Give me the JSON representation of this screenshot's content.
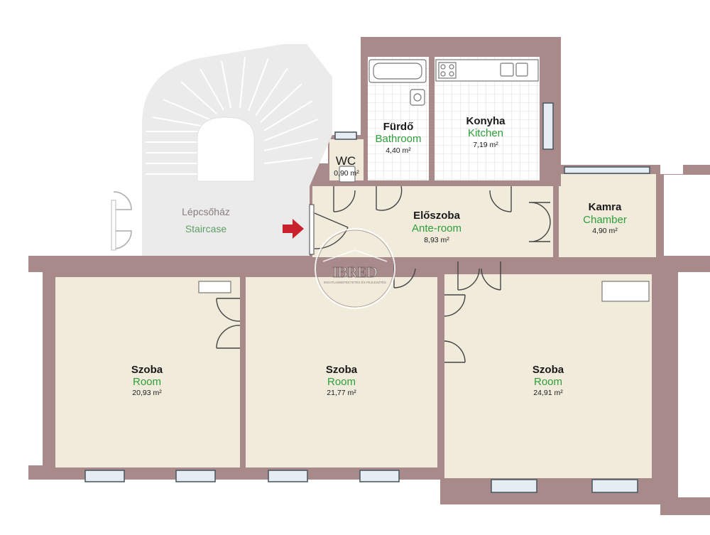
{
  "plan": {
    "colors": {
      "wall": "#a88a8a",
      "room_floor": "#f1ebdc",
      "tile_floor": "#ffffff",
      "tile_grid": "#d8d8d8",
      "staircase": "#ebebeb",
      "label_en": "#2e9e3a",
      "arrow": "#c8232c",
      "window": "#e6edf2"
    },
    "rooms": [
      {
        "id": "bathroom",
        "name_hu": "Fürdő",
        "name_en": "Bathroom",
        "area": "4,40 m²"
      },
      {
        "id": "kitchen",
        "name_hu": "Konyha",
        "name_en": "Kitchen",
        "area": "7,19 m²"
      },
      {
        "id": "chamber",
        "name_hu": "Kamra",
        "name_en": "Chamber",
        "area": "4,90 m²"
      },
      {
        "id": "anteroom",
        "name_hu": "Előszoba",
        "name_en": "Ante-room",
        "area": "8,93 m²"
      },
      {
        "id": "room1",
        "name_hu": "Szoba",
        "name_en": "Room",
        "area": "20,93 m²"
      },
      {
        "id": "room2",
        "name_hu": "Szoba",
        "name_en": "Room",
        "area": "21,77 m²"
      },
      {
        "id": "room3",
        "name_hu": "Szoba",
        "name_en": "Room",
        "area": "24,91 m²"
      }
    ],
    "wc": {
      "name": "WC",
      "area": "0,90 m²"
    },
    "staircase": {
      "name_hu": "Lépcsőház",
      "name_en": "Staircase"
    },
    "entrance_arrow_icon": "arrow-right-icon"
  },
  "watermark": {
    "main": "IBRED",
    "sub": "INGATLANBEFEKTETÉS ÉS FEJLESZTÉS"
  }
}
